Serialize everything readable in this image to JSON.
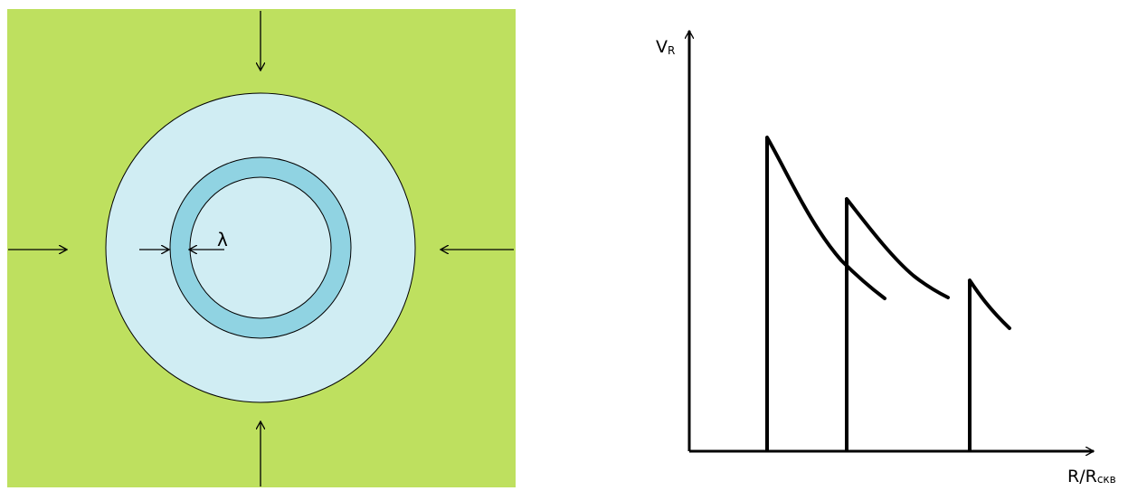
{
  "colors": {
    "field": "#bee05f",
    "outer_zone": "#d0edf3",
    "ring": "#90d3e2",
    "inner_zone": "#d0edf3",
    "stroke": "#000000",
    "background": "#ffffff"
  },
  "cross_section": {
    "gap_label": "λ",
    "inflow_arrows": [
      "arrow-from-top",
      "arrow-from-bottom",
      "arrow-from-left",
      "arrow-from-right"
    ]
  },
  "graph": {
    "y_label_main": "V",
    "y_label_sub": "R",
    "x_label_main": "R/R",
    "x_label_sub": "скв",
    "jumps": [
      {
        "name": "jump-1",
        "curve": "decay-curve-1"
      },
      {
        "name": "jump-2",
        "curve": "decay-curve-2"
      },
      {
        "name": "jump-3",
        "curve": "decay-curve-3"
      }
    ]
  }
}
